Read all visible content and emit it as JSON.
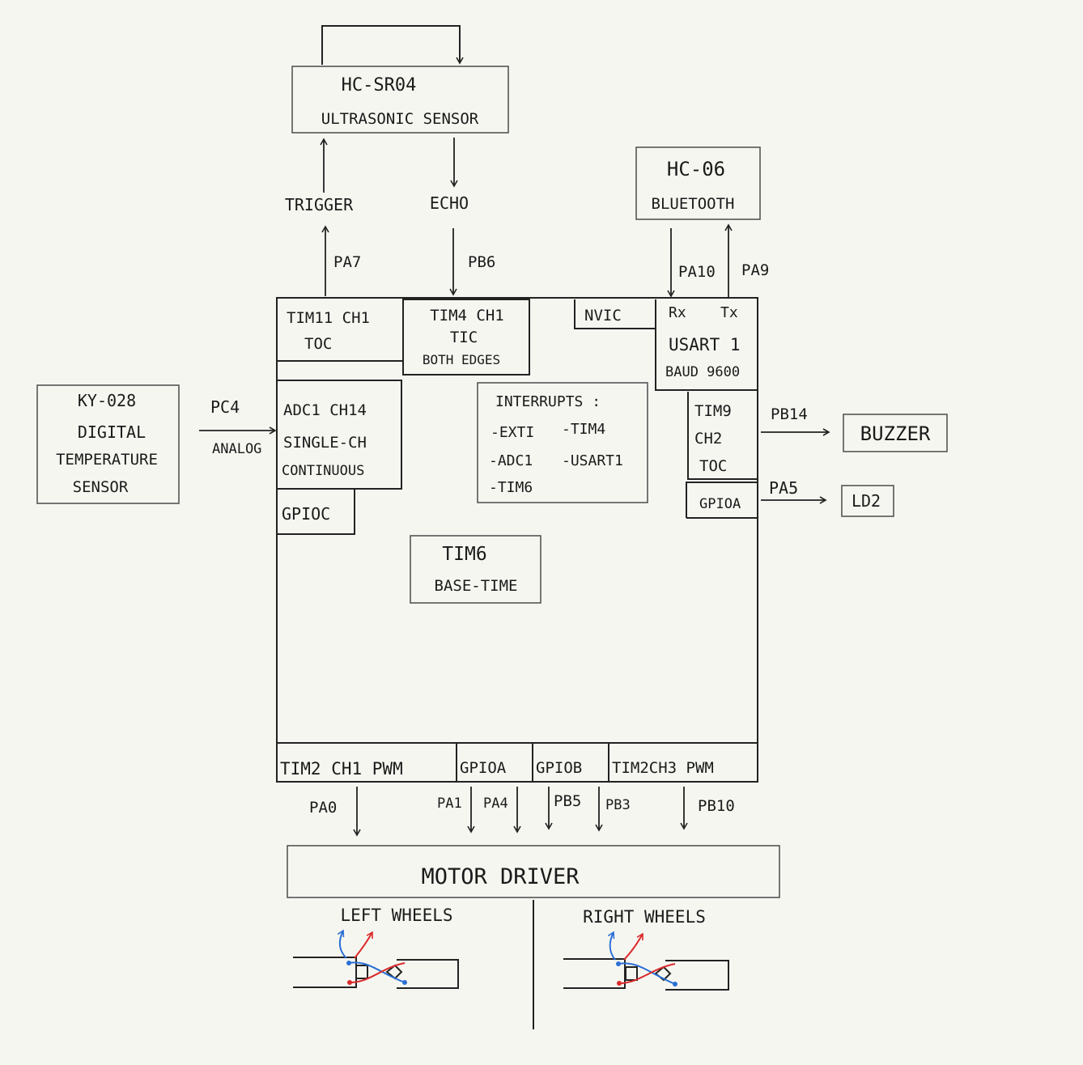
{
  "colors": {
    "background": "#f6f6f1",
    "ink": "#1a1a1a",
    "blue": "#2a6fd6",
    "red": "#d92a2a"
  },
  "hcsr04": {
    "line1": "HC-SR04",
    "line2": "ULTRASONIC SENSOR"
  },
  "trigger_label": "TRIGGER",
  "echo_label": "ECHO",
  "pa7_label": "PA7",
  "pb6_label": "PB6",
  "hc06": {
    "line1": "HC-06",
    "line2": "BLUETOOTH"
  },
  "pa10_label": "PA10",
  "pa9_label": "PA9",
  "ky028": {
    "line1": "KY-028",
    "line2": "DIGITAL",
    "line3": "TEMPERATURE",
    "line4": "SENSOR"
  },
  "pc4_label": "PC4",
  "analog_label": "ANALOG",
  "tim11": {
    "line1": "TIM11 CH1",
    "line2": "TOC"
  },
  "tim4": {
    "line1": "TIM4 CH1",
    "line2": "TIC",
    "line3": "BOTH EDGES"
  },
  "nvic_label": "NVIC",
  "usart": {
    "rx": "Rx",
    "tx": "Tx",
    "line1": "USART 1",
    "line2": "BAUD 9600"
  },
  "adc": {
    "line1": "ADC1 CH14",
    "line2": "SINGLE-CH",
    "line3": "CONTINUOUS"
  },
  "gpioc_label": "GPIOC",
  "interrupts": {
    "title": "INTERRUPTS :",
    "exti": "-EXTI",
    "tim4": "-TIM4",
    "adc1": "-ADC1",
    "usart1": "-USART1",
    "tim6": "-TIM6"
  },
  "tim9": {
    "line1": "TIM9",
    "line2": "CH2",
    "line3": "TOC"
  },
  "pb14_label": "PB14",
  "buzzer_label": "BUZZER",
  "gpioa_right_label": "GPIOA",
  "pa5_label": "PA5",
  "ld2_label": "LD2",
  "tim6": {
    "line1": "TIM6",
    "line2": "BASE-TIME"
  },
  "bottom": {
    "tim2ch1": "TIM2 CH1 PWM",
    "gpioa": "GPIOA",
    "gpiob": "GPIOB",
    "tim2ch3": "TIM2CH3 PWM"
  },
  "pins": {
    "pa0": "PA0",
    "pa1": "PA1",
    "pa4": "PA4",
    "pb5": "PB5",
    "pb3": "PB3",
    "pb10": "PB10"
  },
  "motor_driver_label": "MOTOR DRIVER",
  "left_wheels_label": "LEFT WHEELS",
  "right_wheels_label": "RIGHT WHEELS"
}
